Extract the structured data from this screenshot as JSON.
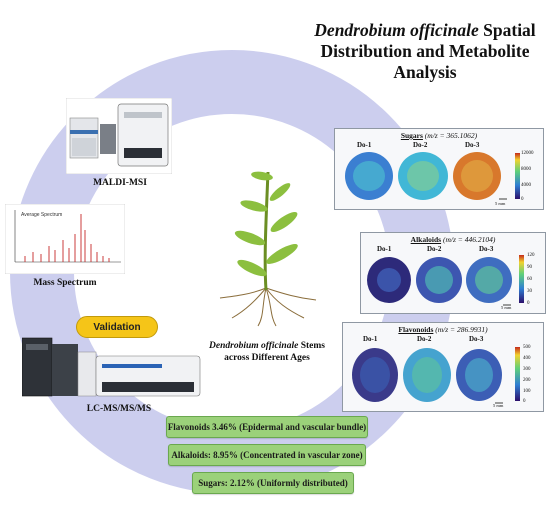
{
  "title": {
    "italic": "Dendrobium officinale",
    "rest": " Spatial Distribution and Metabolite Analysis"
  },
  "left_labels": {
    "maldi": "MALDI-MSI",
    "mass_spectrum": "Mass Spectrum",
    "spectrum_inset": "Average Spectrum",
    "lcms": "LC-MS/MS/MS",
    "validation": "Validation"
  },
  "center_caption": {
    "italic": "Dendrobium officinale",
    "rest": " Stems",
    "line2": "across Different Ages"
  },
  "panels": {
    "sugars": {
      "name": "Sugars",
      "mz": "(m/z = 365.1062)",
      "samples": [
        "Do-1",
        "Do-2",
        "Do-3"
      ],
      "scale": "5 mm",
      "ticks": [
        "12000",
        "8000",
        "4000",
        "0"
      ]
    },
    "alkaloids": {
      "name": "Alkaloids",
      "mz": "(m/z = 446.2104)",
      "samples": [
        "Do-1",
        "Do-2",
        "Do-3"
      ],
      "scale": "5 mm",
      "ticks": [
        "120",
        "90",
        "60",
        "30",
        "0"
      ]
    },
    "flavonoids": {
      "name": "Flavonoids",
      "mz": "(m/z = 286.9931)",
      "samples": [
        "Do-1",
        "Do-2",
        "Do-3"
      ],
      "scale": "5 mm",
      "ticks": [
        "500",
        "400",
        "300",
        "200",
        "100",
        "0"
      ]
    }
  },
  "summary": [
    "Flavonoids 3.46% (Epidermal and vascular bundle)",
    "Alkaloids: 8.95%  (Concentrated in vascular zone)",
    "Sugars: 2.12%  (Uniformly distributed)"
  ],
  "colors": {
    "ring": "#c3c6ea",
    "summary_box": "#9bd17a",
    "validation": "#f5c518"
  }
}
